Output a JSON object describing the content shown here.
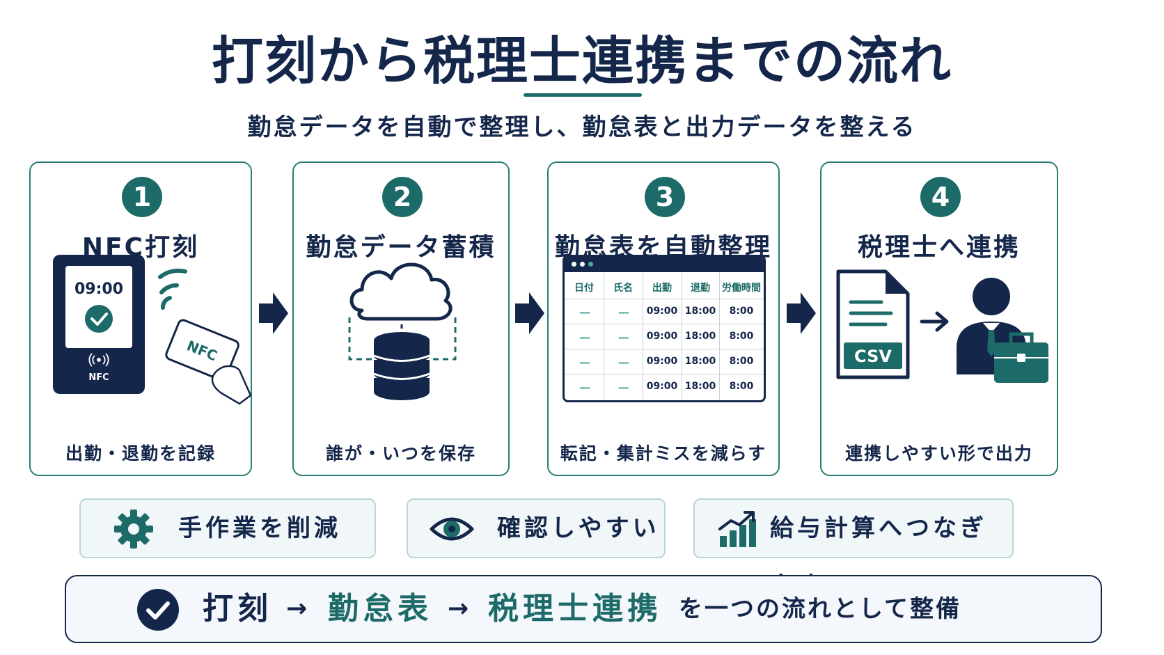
{
  "title": "打刻から税理士連携までの流れ",
  "subtitle": "勤怠データを自動で整理し、勤怠表と出力データを整える",
  "steps": [
    {
      "number": "1",
      "title": "NFC打刻",
      "caption": "出勤・退勤を記録",
      "device_time": "09:00",
      "device_label": "NFC",
      "card_label": "NFC"
    },
    {
      "number": "2",
      "title": "勤怠データ蓄積",
      "caption": "誰が・いつを保存"
    },
    {
      "number": "3",
      "title": "勤怠表を自動整理",
      "caption": "転記・集計ミスを減らす",
      "table": {
        "headers": [
          "日付",
          "氏名",
          "出勤",
          "退勤",
          "労働時間"
        ],
        "rows": [
          [
            "—",
            "—",
            "09:00",
            "18:00",
            "8:00"
          ],
          [
            "—",
            "—",
            "09:00",
            "18:00",
            "8:00"
          ],
          [
            "—",
            "—",
            "09:00",
            "18:00",
            "8:00"
          ],
          [
            "—",
            "—",
            "09:00",
            "18:00",
            "8:00"
          ]
        ]
      }
    },
    {
      "number": "4",
      "title": "税理士へ連携",
      "caption": "連携しやすい形で出力",
      "file_label": "CSV"
    }
  ],
  "features": [
    {
      "label": "手作業を削減",
      "icon": "gear-icon"
    },
    {
      "label": "確認しやすい",
      "icon": "eye-icon"
    },
    {
      "label": "給与計算へつなぎやすい",
      "icon": "bar-chart-icon"
    }
  ],
  "summary": {
    "part1": "打刻",
    "arrow1": "→",
    "part2": "勤怠表",
    "arrow2": "→",
    "part3": "税理士連携",
    "suffix": "を一つの流れとして整備",
    "icon": "check-circle-icon"
  },
  "colors": {
    "navy": "#14264a",
    "teal": "#1d6b68",
    "border": "#2a7d77",
    "feature_bg": "#f1f7f9"
  }
}
